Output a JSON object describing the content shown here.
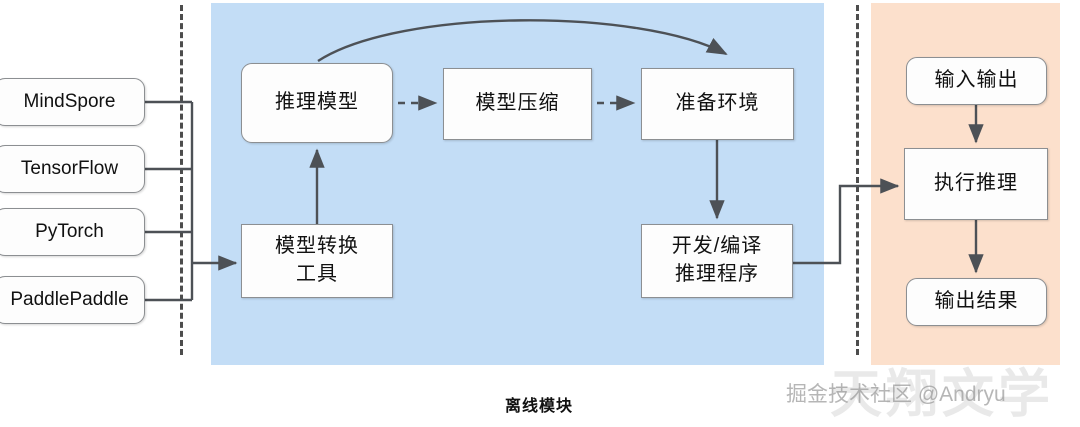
{
  "diagram": {
    "title_caption": "离线模块",
    "watermark": "掘金技术社区 @Andryu",
    "watermark_background": "天翔文学",
    "colors": {
      "offline_band": "#c3ddf6",
      "online_band": "#fce0cc",
      "node_fill": "#fdfdfd",
      "node_border": "#8c8f92",
      "connector": "#4d5156"
    },
    "frameworks": [
      {
        "label": "MindSpore"
      },
      {
        "label": "TensorFlow"
      },
      {
        "label": "PyTorch"
      },
      {
        "label": "PaddlePaddle"
      }
    ],
    "offline_nodes": [
      {
        "key": "infer_model",
        "label": "推理模型"
      },
      {
        "key": "model_comp",
        "label": "模型压缩"
      },
      {
        "key": "prep_env",
        "label": "准备环境"
      },
      {
        "key": "convert_tool",
        "label": "模型转换\n工具"
      },
      {
        "key": "build_prog",
        "label": "开发/编译\n推理程序"
      }
    ],
    "online_nodes": [
      {
        "key": "io",
        "label": "输入输出"
      },
      {
        "key": "execute",
        "label": "执行推理"
      },
      {
        "key": "output",
        "label": "输出结果"
      }
    ],
    "connections": [
      {
        "from": "frameworks",
        "to": "convert_tool",
        "style": "solid"
      },
      {
        "from": "convert_tool",
        "to": "infer_model",
        "style": "solid"
      },
      {
        "from": "infer_model",
        "to": "model_comp",
        "style": "dashed"
      },
      {
        "from": "model_comp",
        "to": "prep_env",
        "style": "dashed"
      },
      {
        "from": "infer_model",
        "to": "prep_env",
        "style": "curved"
      },
      {
        "from": "prep_env",
        "to": "build_prog",
        "style": "solid"
      },
      {
        "from": "build_prog",
        "to": "execute",
        "style": "solid"
      },
      {
        "from": "io",
        "to": "execute",
        "style": "solid"
      },
      {
        "from": "execute",
        "to": "output",
        "style": "solid"
      }
    ]
  }
}
